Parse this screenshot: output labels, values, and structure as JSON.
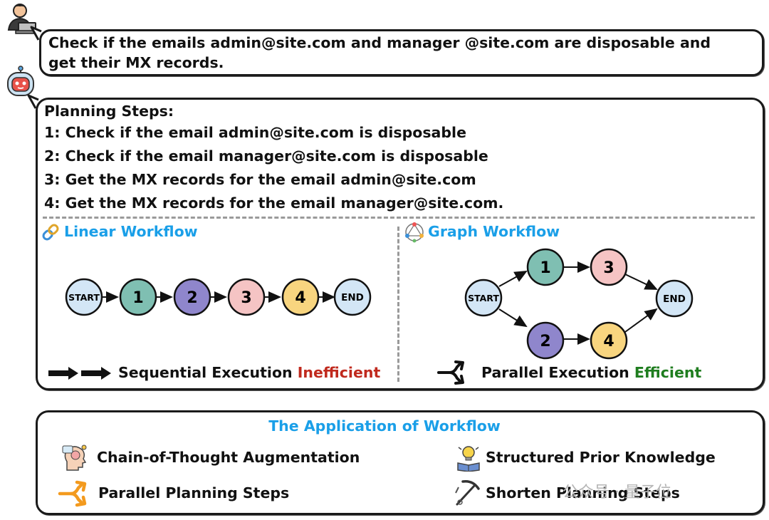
{
  "user_prompt": {
    "line1": "Check if the emails admin@site.com and manager @site.com are disposable and",
    "line2": "get their MX records."
  },
  "planning": {
    "heading": "Planning Steps:",
    "steps": [
      "1: Check if the email admin@site.com is disposable",
      "2: Check if the email manager@site.com is disposable",
      "3: Get the MX records for the email admin@site.com",
      "4: Get the MX records for the email manager@site.com."
    ]
  },
  "linear_workflow": {
    "title": "Linear Workflow",
    "nodes": [
      "START",
      "1",
      "2",
      "3",
      "4",
      "END"
    ],
    "legend_prefix": "Sequential Execution",
    "legend_verdict": "Inefficient"
  },
  "graph_workflow": {
    "title": "Graph Workflow",
    "nodes": [
      "START",
      "1",
      "3",
      "2",
      "4",
      "END"
    ],
    "legend_prefix": "Parallel Execution",
    "legend_verdict": "Efficient"
  },
  "application": {
    "title": "The Application of Workflow",
    "items": [
      {
        "label": "Chain-of-Thought Augmentation",
        "icon": "head-thought-icon"
      },
      {
        "label": "Structured Prior Knowledge",
        "icon": "lightbulb-book-icon"
      },
      {
        "label": "Parallel Planning Steps",
        "icon": "split-arrow-icon"
      },
      {
        "label": "Shorten Planning Steps",
        "icon": "pickaxe-icon"
      }
    ]
  },
  "watermark": "公众号 · 量子位",
  "colors": {
    "node_start_end": "#d3e6f6",
    "node_1": "#7fbfb2",
    "node_2": "#8f86cc",
    "node_3": "#f5c4c4",
    "node_4": "#f8d57f",
    "accent_blue": "#1a9fe8",
    "inefficient_red": "#c0291d",
    "efficient_green": "#1f7d1f",
    "split_arrow_orange": "#f39a1e"
  }
}
